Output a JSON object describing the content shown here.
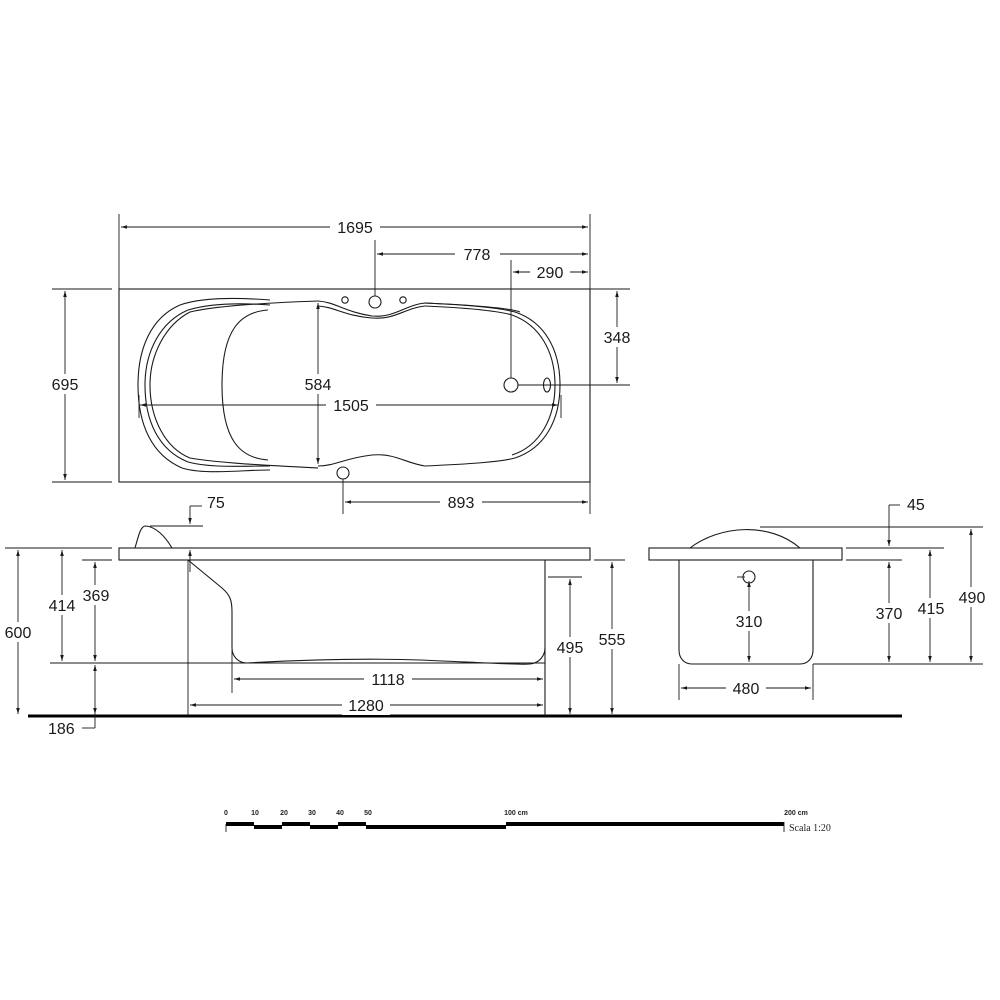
{
  "drawing": {
    "subject": "bathtub technical drawing",
    "units": "mm",
    "top_view": {
      "overall_length": "1695",
      "tap_offset": "778",
      "overflow_offset": "290",
      "overall_width": "695",
      "overflow_from_edge": "348",
      "inner_width": "584",
      "inner_length": "1505",
      "drain_offset": "893"
    },
    "side_view": {
      "headrest_height": "75",
      "total_height": "600",
      "height_to_floor_414": "414",
      "inner_depth_369": "369",
      "feet_height": "186",
      "inner_bottom_length": "1118",
      "outer_body_length": "1280",
      "height_495": "495",
      "height_555": "555"
    },
    "end_view": {
      "headrest_height": "45",
      "overflow_height": "310",
      "inner_depth": "370",
      "height_415": "415",
      "height_490": "490",
      "body_width": "480"
    },
    "scale_bar": {
      "ticks": [
        "0",
        "10",
        "20",
        "30",
        "40",
        "50",
        "100 cm",
        "200 cm"
      ],
      "scale_label": "Scala 1:20"
    }
  }
}
